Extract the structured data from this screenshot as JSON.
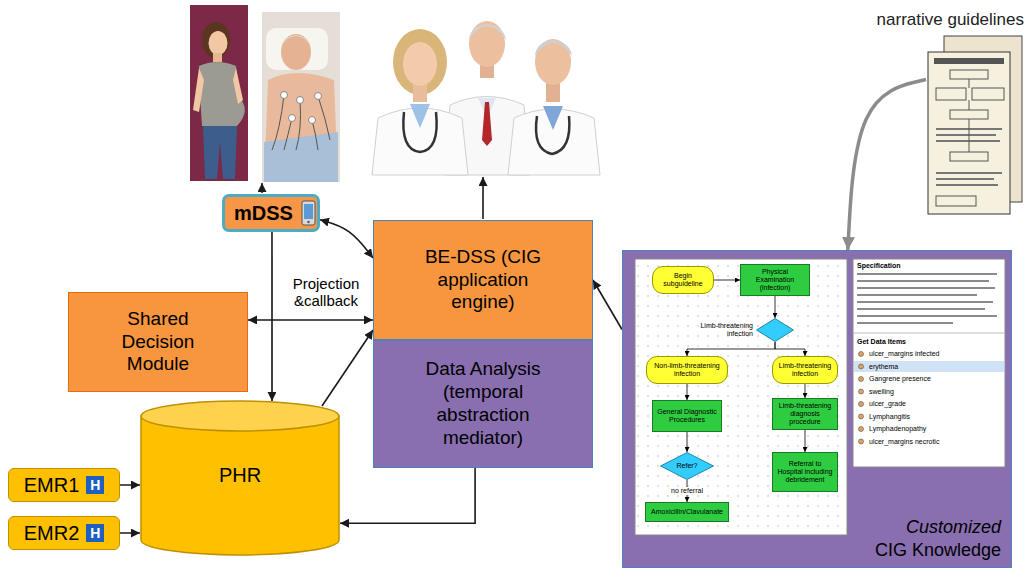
{
  "diagram": {
    "nodes": [
      {
        "text": [
          "narrative guidelines"
        ]
      },
      {
        "text": [
          "mDSS"
        ]
      },
      {
        "text": [
          "BE-DSS (CIG application engine)"
        ]
      },
      {
        "text": [
          "Shared Decision Module"
        ]
      },
      {
        "text": [
          "Data Analysis (temporal abstraction mediator)"
        ]
      },
      {
        "text": [
          "PHR"
        ]
      },
      {
        "text": [
          "EMR1",
          "H"
        ]
      },
      {
        "text": [
          "EMR2",
          "H"
        ]
      },
      {
        "text": [
          "Customized",
          "CIG Knowledge"
        ]
      },
      {
        "text": [
          "Begin subguideline"
        ],
        "in": 8
      },
      {
        "text": [
          "Physical Examination (infection)"
        ],
        "in": 8
      },
      {
        "text": [
          "Limb-threatening infection"
        ],
        "in": 8
      },
      {
        "text": [
          "Non-limb-threatening infection"
        ],
        "in": 8
      },
      {
        "text": [
          "Limb-threatening infection"
        ],
        "in": 8
      },
      {
        "text": [
          "General Diagnostic Procedures"
        ],
        "in": 8
      },
      {
        "text": [
          "Limb-threatening diagnosis procedure"
        ],
        "in": 8
      },
      {
        "text": [
          "Refer?"
        ],
        "in": 8
      },
      {
        "text": [
          "Referral to Hospital including debridement"
        ],
        "in": 8
      },
      {
        "text": [
          "Amoxicillin/Clavulanate"
        ],
        "in": 8
      }
    ],
    "edges": [
      {
        "from": 1,
        "to": 2,
        "label": "Projection &callback",
        "arrow": "both"
      },
      {
        "from": 3,
        "to": 2,
        "arrow": "both"
      },
      {
        "from": 1,
        "to": 5,
        "arrow": "to"
      },
      {
        "from": 5,
        "to": 2,
        "arrow": "to"
      },
      {
        "from": 4,
        "to": 5,
        "arrow": "to"
      },
      {
        "from": 8,
        "to": 2,
        "arrow": "to"
      },
      {
        "from": 6,
        "to": 5,
        "arrow": "to"
      },
      {
        "from": 7,
        "to": 5,
        "arrow": "to"
      },
      {
        "from": 0,
        "to": 8,
        "arrow": "to"
      },
      {
        "from": 9,
        "to": 10,
        "arrow": "to"
      },
      {
        "from": 10,
        "to": 11,
        "arrow": "to"
      },
      {
        "from": 11,
        "to": 12,
        "arrow": "to"
      },
      {
        "from": 11,
        "to": 13,
        "arrow": "to"
      },
      {
        "from": 12,
        "to": 14,
        "arrow": "to"
      },
      {
        "from": 13,
        "to": 15,
        "arrow": "to"
      },
      {
        "from": 14,
        "to": 16,
        "arrow": "to"
      },
      {
        "from": 15,
        "to": 17,
        "arrow": "to"
      },
      {
        "from": 16,
        "to": 18,
        "label": "no referral",
        "arrow": "to"
      }
    ],
    "labels": [
      "Specification",
      "Get Data Items",
      "ulcer_margins infected",
      "erythema",
      "Gangrene presence",
      "swelling",
      "ulcer_grade",
      "Lymphangitis",
      "Lymphadenopathy",
      "ulcer_margins necrotic"
    ]
  }
}
